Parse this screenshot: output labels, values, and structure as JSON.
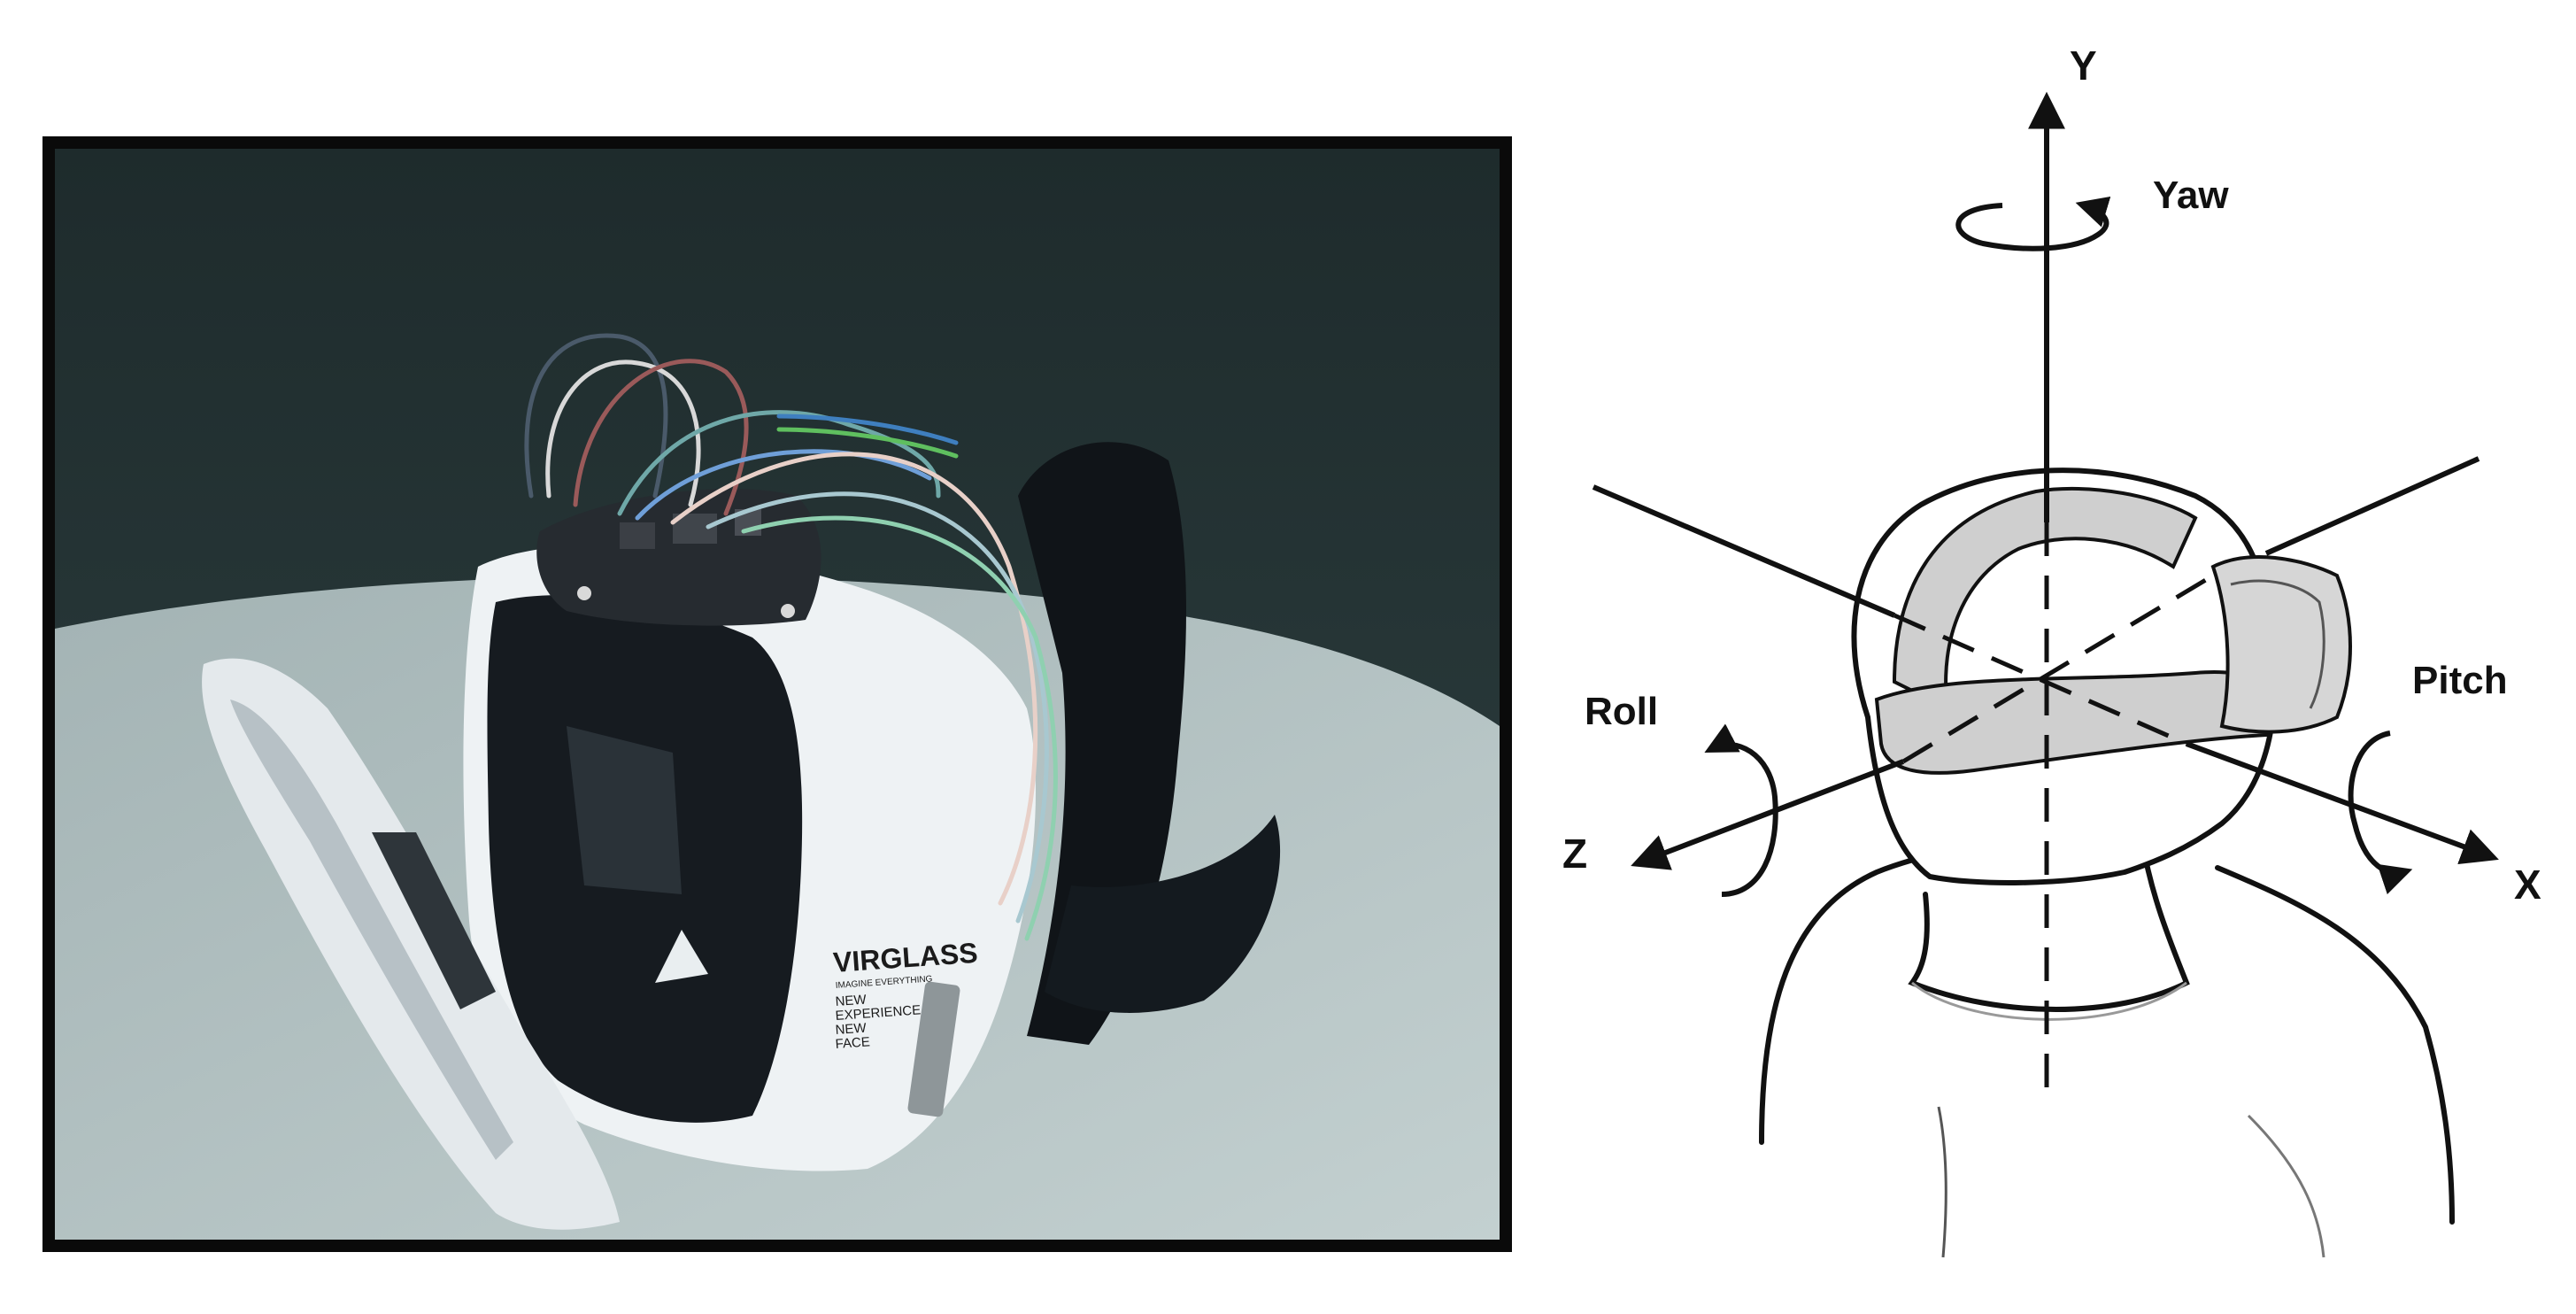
{
  "photo": {
    "brand": "VIRGLASS",
    "tagline": "IMAGINE EVERYTHING",
    "slogan": [
      "NEW",
      "EXPERIENCE",
      "NEW",
      "FACE"
    ]
  },
  "diagram": {
    "axis_y": "Y",
    "axis_x": "X",
    "axis_z": "Z",
    "rot_yaw": "Yaw",
    "rot_pitch": "Pitch",
    "rot_roll": "Roll"
  },
  "colors": {
    "frame": "#0a0a0a",
    "wall": "#233232",
    "table": "#aebdbd",
    "headset_white": "#eef2f4",
    "headset_dark": "#161b20",
    "band_gray": "#cfcfcf",
    "line": "#111111"
  }
}
